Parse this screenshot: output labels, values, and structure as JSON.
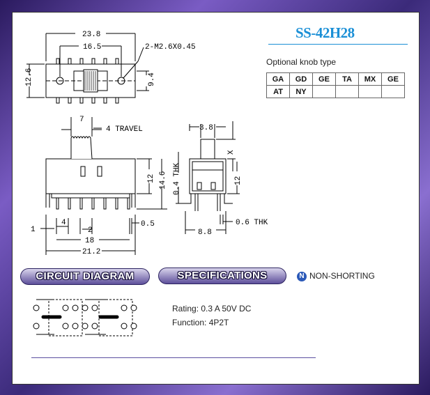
{
  "model": "SS-42H28",
  "knob": {
    "title": "Optional knob type",
    "row1": [
      "GA",
      "GD",
      "GE",
      "TA",
      "MX",
      "GE"
    ],
    "row2": [
      "AT",
      "NY",
      "",
      "",
      "",
      ""
    ]
  },
  "dimensions": {
    "top": {
      "d238": "23.8",
      "d165": "16.5",
      "d126": "12.6",
      "d94": "9.4",
      "hole": "2-M2.6X0.45"
    },
    "front": {
      "d7": "7",
      "travel": "4 TRAVEL",
      "d12": "12",
      "d146": "14.6",
      "d1": "1",
      "d4": "4",
      "d2": "2",
      "d05": "0.5",
      "d18": "18",
      "d212": "21.2"
    },
    "side": {
      "d38": "3.8",
      "x": "X",
      "d12": "12",
      "thk1": "0.4 THK",
      "thk2": "0.6 THK",
      "d88": "8.8"
    }
  },
  "sections": {
    "circuit": "CIRCUIT DIAGRAM",
    "specifications": "SPECIFICATIONS"
  },
  "non_shorting": {
    "icon": "N",
    "label": "NON-SHORTING"
  },
  "specs": {
    "rating": "Rating: 0.3 A 50V DC",
    "function": "Function: 4P2T"
  },
  "colors": {
    "accent": "#1a8fd6",
    "frame": "#5a4aa0",
    "pill": "#5d4f9a"
  }
}
